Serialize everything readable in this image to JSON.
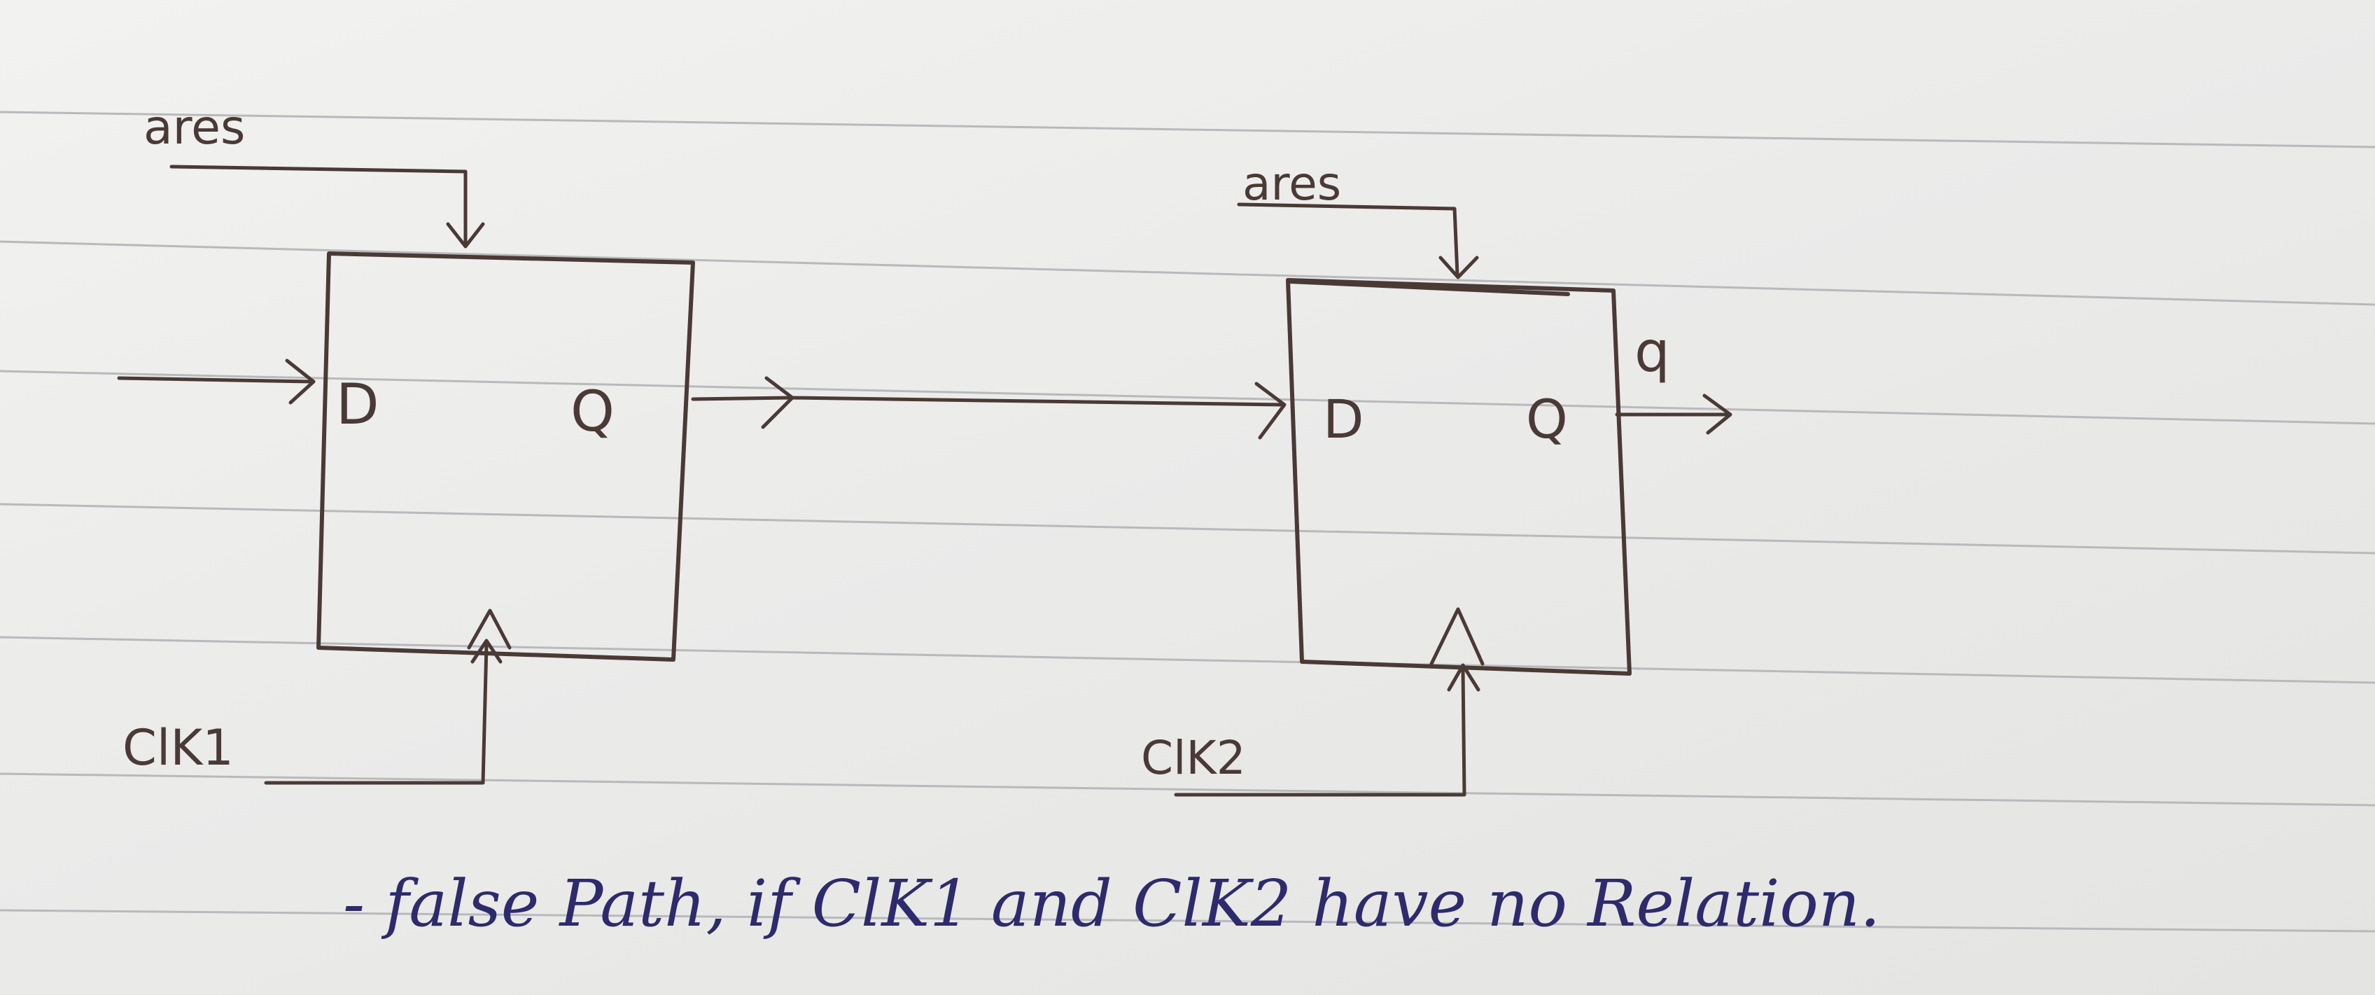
{
  "diagram": {
    "ff1": {
      "reset_label": "ares",
      "d_label": "D",
      "q_label": "Q",
      "clock_label": "ClK1"
    },
    "ff2": {
      "reset_label": "ares",
      "d_label": "D",
      "q_label": "Q",
      "clock_label": "ClK2",
      "output_label": "q"
    },
    "note": "- false Path, if ClK1 and ClK2 have no Relation."
  },
  "colors": {
    "pencil_ink": "#4a3a36",
    "pen_ink": "#2e2a6e",
    "ruled_line": "#b9b9bd",
    "paper": "#ececea"
  }
}
